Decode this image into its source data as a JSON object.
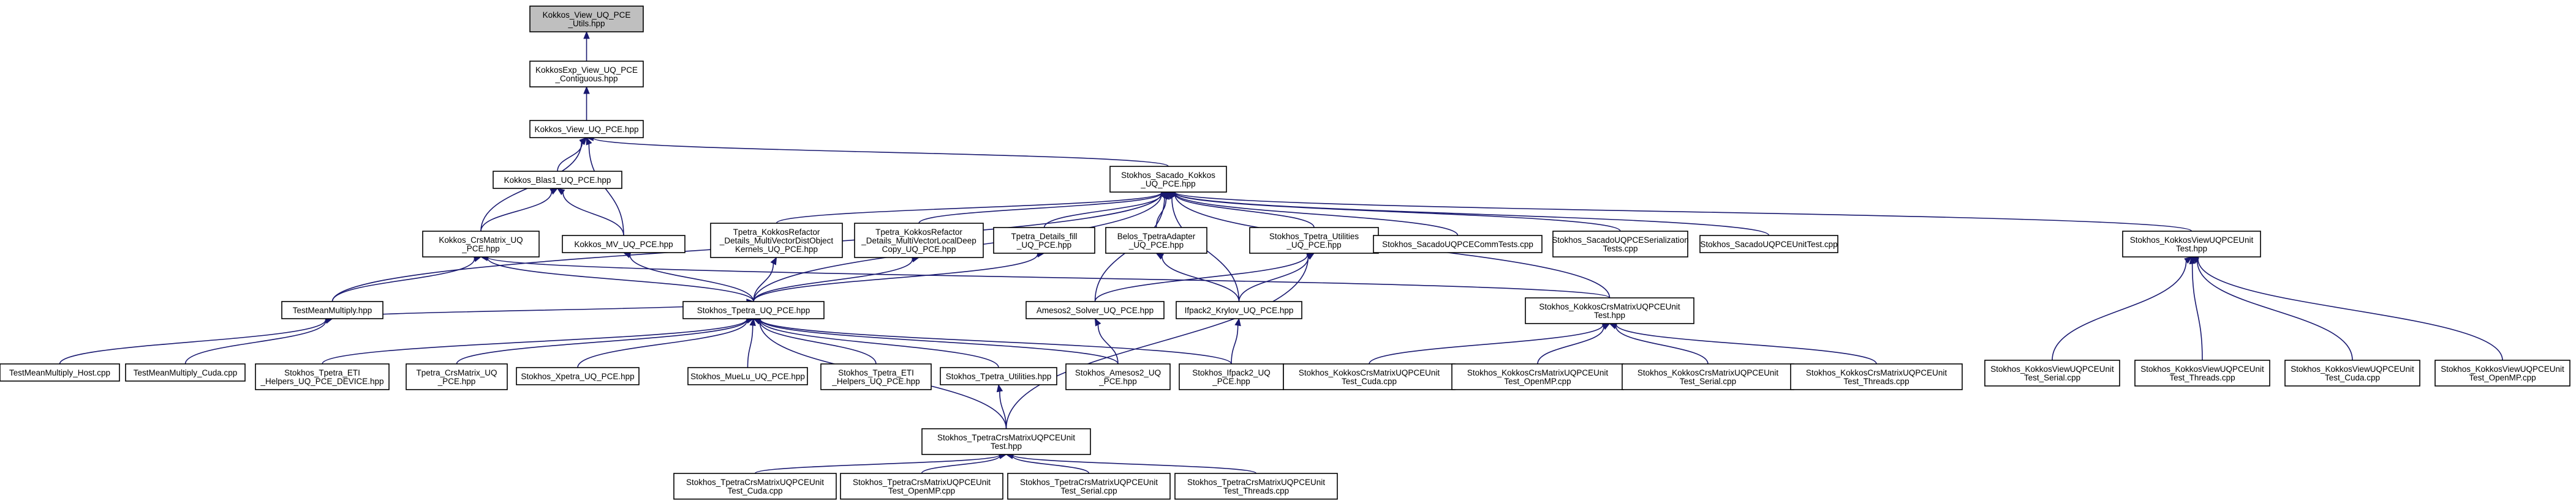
{
  "graph": {
    "edge_color": "#191970",
    "root_fill": "#bfbfbf",
    "node_fill": "#ffffff",
    "nodes": [
      {
        "id": "n0",
        "root": true,
        "lines": [
          "Kokkos_View_UQ_PCE",
          "_Utils.hpp"
        ]
      },
      {
        "id": "n1",
        "lines": [
          "KokkosExp_View_UQ_PCE",
          "_Contiguous.hpp"
        ]
      },
      {
        "id": "n2",
        "lines": [
          "Kokkos_View_UQ_PCE.hpp"
        ]
      },
      {
        "id": "n3",
        "lines": [
          "Kokkos_Blas1_UQ_PCE.hpp"
        ]
      },
      {
        "id": "n4",
        "lines": [
          "Kokkos_CrsMatrix_UQ",
          "_PCE.hpp"
        ]
      },
      {
        "id": "n5",
        "lines": [
          "Kokkos_MV_UQ_PCE.hpp"
        ]
      },
      {
        "id": "n6",
        "lines": [
          "Stokhos_Sacado_Kokkos",
          "_UQ_PCE.hpp"
        ]
      },
      {
        "id": "n7",
        "lines": [
          "Tpetra_KokkosRefactor",
          "_Details_MultiVectorDistObject",
          "Kernels_UQ_PCE.hpp"
        ]
      },
      {
        "id": "n8",
        "lines": [
          "Tpetra_KokkosRefactor",
          "_Details_MultiVectorLocalDeep",
          "Copy_UQ_PCE.hpp"
        ]
      },
      {
        "id": "n9",
        "lines": [
          "Tpetra_Details_fill",
          "_UQ_PCE.hpp"
        ]
      },
      {
        "id": "n10",
        "lines": [
          "Belos_TpetraAdapter",
          "_UQ_PCE.hpp"
        ]
      },
      {
        "id": "n11",
        "lines": [
          "Stokhos_Tpetra_Utilities",
          "_UQ_PCE.hpp"
        ]
      },
      {
        "id": "n12",
        "lines": [
          "Stokhos_SacadoUQPCECommTests.cpp"
        ]
      },
      {
        "id": "n13",
        "lines": [
          "Stokhos_SacadoUQPCESerialization",
          "Tests.cpp"
        ]
      },
      {
        "id": "n14",
        "lines": [
          "Stokhos_SacadoUQPCEUnitTest.cpp"
        ]
      },
      {
        "id": "n15",
        "lines": [
          "Stokhos_KokkosViewUQPCEUnit",
          "Test.hpp"
        ]
      },
      {
        "id": "n16",
        "lines": [
          "TestMeanMultiply.hpp"
        ]
      },
      {
        "id": "n17",
        "lines": [
          "Stokhos_Tpetra_UQ_PCE.hpp"
        ]
      },
      {
        "id": "n18",
        "lines": [
          "Amesos2_Solver_UQ_PCE.hpp"
        ]
      },
      {
        "id": "n19",
        "lines": [
          "Ifpack2_Krylov_UQ_PCE.hpp"
        ]
      },
      {
        "id": "n20",
        "lines": [
          "Stokhos_KokkosCrsMatrixUQPCEUnit",
          "Test.hpp"
        ]
      },
      {
        "id": "n21",
        "lines": [
          "Stokhos_KokkosViewUQPCEUnit",
          "Test_Serial.cpp"
        ]
      },
      {
        "id": "n22",
        "lines": [
          "Stokhos_KokkosViewUQPCEUnit",
          "Test_Threads.cpp"
        ]
      },
      {
        "id": "n23",
        "lines": [
          "Stokhos_KokkosViewUQPCEUnit",
          "Test_Cuda.cpp"
        ]
      },
      {
        "id": "n24",
        "lines": [
          "Stokhos_KokkosViewUQPCEUnit",
          "Test_OpenMP.cpp"
        ]
      },
      {
        "id": "n25",
        "lines": [
          "TestMeanMultiply_Host.cpp"
        ]
      },
      {
        "id": "n26",
        "lines": [
          "TestMeanMultiply_Cuda.cpp"
        ]
      },
      {
        "id": "n27",
        "lines": [
          "Stokhos_Tpetra_ETI",
          "_Helpers_UQ_PCE_DEVICE.hpp"
        ]
      },
      {
        "id": "n28",
        "lines": [
          "Tpetra_CrsMatrix_UQ",
          "_PCE.hpp"
        ]
      },
      {
        "id": "n29",
        "lines": [
          "Stokhos_Xpetra_UQ_PCE.hpp"
        ]
      },
      {
        "id": "n30",
        "lines": [
          "Stokhos_MueLu_UQ_PCE.hpp"
        ]
      },
      {
        "id": "n31",
        "lines": [
          "Stokhos_Tpetra_ETI",
          "_Helpers_UQ_PCE.hpp"
        ]
      },
      {
        "id": "n32",
        "lines": [
          "Stokhos_Tpetra_Utilities.hpp"
        ]
      },
      {
        "id": "n33",
        "lines": [
          "Stokhos_Amesos2_UQ",
          "_PCE.hpp"
        ]
      },
      {
        "id": "n34",
        "lines": [
          "Stokhos_Ifpack2_UQ",
          "_PCE.hpp"
        ]
      },
      {
        "id": "n35",
        "lines": [
          "Stokhos_KokkosCrsMatrixUQPCEUnit",
          "Test_Cuda.cpp"
        ]
      },
      {
        "id": "n36",
        "lines": [
          "Stokhos_KokkosCrsMatrixUQPCEUnit",
          "Test_OpenMP.cpp"
        ]
      },
      {
        "id": "n37",
        "lines": [
          "Stokhos_KokkosCrsMatrixUQPCEUnit",
          "Test_Serial.cpp"
        ]
      },
      {
        "id": "n38",
        "lines": [
          "Stokhos_KokkosCrsMatrixUQPCEUnit",
          "Test_Threads.cpp"
        ]
      },
      {
        "id": "n39",
        "lines": [
          "Stokhos_TpetraCrsMatrixUQPCEUnit",
          "Test.hpp"
        ]
      },
      {
        "id": "n40",
        "lines": [
          "Stokhos_TpetraCrsMatrixUQPCEUnit",
          "Test_Cuda.cpp"
        ]
      },
      {
        "id": "n41",
        "lines": [
          "Stokhos_TpetraCrsMatrixUQPCEUnit",
          "Test_OpenMP.cpp"
        ]
      },
      {
        "id": "n42",
        "lines": [
          "Stokhos_TpetraCrsMatrixUQPCEUnit",
          "Test_Serial.cpp"
        ]
      },
      {
        "id": "n43",
        "lines": [
          "Stokhos_TpetraCrsMatrixUQPCEUnit",
          "Test_Threads.cpp"
        ]
      }
    ],
    "edges": [
      [
        "n1",
        "n0"
      ],
      [
        "n2",
        "n1"
      ],
      [
        "n3",
        "n2"
      ],
      [
        "n4",
        "n2"
      ],
      [
        "n5",
        "n2"
      ],
      [
        "n6",
        "n2"
      ],
      [
        "n4",
        "n3"
      ],
      [
        "n5",
        "n3"
      ],
      [
        "n16",
        "n4"
      ],
      [
        "n17",
        "n4"
      ],
      [
        "n20",
        "n4"
      ],
      [
        "n17",
        "n5"
      ],
      [
        "n7",
        "n6"
      ],
      [
        "n8",
        "n6"
      ],
      [
        "n9",
        "n6"
      ],
      [
        "n10",
        "n6"
      ],
      [
        "n11",
        "n6"
      ],
      [
        "n12",
        "n6"
      ],
      [
        "n13",
        "n6"
      ],
      [
        "n14",
        "n6"
      ],
      [
        "n15",
        "n6"
      ],
      [
        "n16",
        "n6"
      ],
      [
        "n17",
        "n6"
      ],
      [
        "n18",
        "n6"
      ],
      [
        "n19",
        "n6"
      ],
      [
        "n20",
        "n6"
      ],
      [
        "n17",
        "n7"
      ],
      [
        "n17",
        "n8"
      ],
      [
        "n17",
        "n9"
      ],
      [
        "n19",
        "n10"
      ],
      [
        "n18",
        "n11"
      ],
      [
        "n19",
        "n11"
      ],
      [
        "n39",
        "n11"
      ],
      [
        "n21",
        "n15"
      ],
      [
        "n22",
        "n15"
      ],
      [
        "n23",
        "n15"
      ],
      [
        "n24",
        "n15"
      ],
      [
        "n25",
        "n16"
      ],
      [
        "n26",
        "n16"
      ],
      [
        "n16",
        "n17"
      ],
      [
        "n27",
        "n17"
      ],
      [
        "n28",
        "n17"
      ],
      [
        "n29",
        "n17"
      ],
      [
        "n30",
        "n17"
      ],
      [
        "n31",
        "n17"
      ],
      [
        "n32",
        "n17"
      ],
      [
        "n33",
        "n17"
      ],
      [
        "n34",
        "n17"
      ],
      [
        "n39",
        "n17"
      ],
      [
        "n33",
        "n18"
      ],
      [
        "n34",
        "n19"
      ],
      [
        "n35",
        "n20"
      ],
      [
        "n36",
        "n20"
      ],
      [
        "n37",
        "n20"
      ],
      [
        "n38",
        "n20"
      ],
      [
        "n39",
        "n32"
      ],
      [
        "n40",
        "n39"
      ],
      [
        "n41",
        "n39"
      ],
      [
        "n42",
        "n39"
      ],
      [
        "n43",
        "n39"
      ]
    ]
  }
}
